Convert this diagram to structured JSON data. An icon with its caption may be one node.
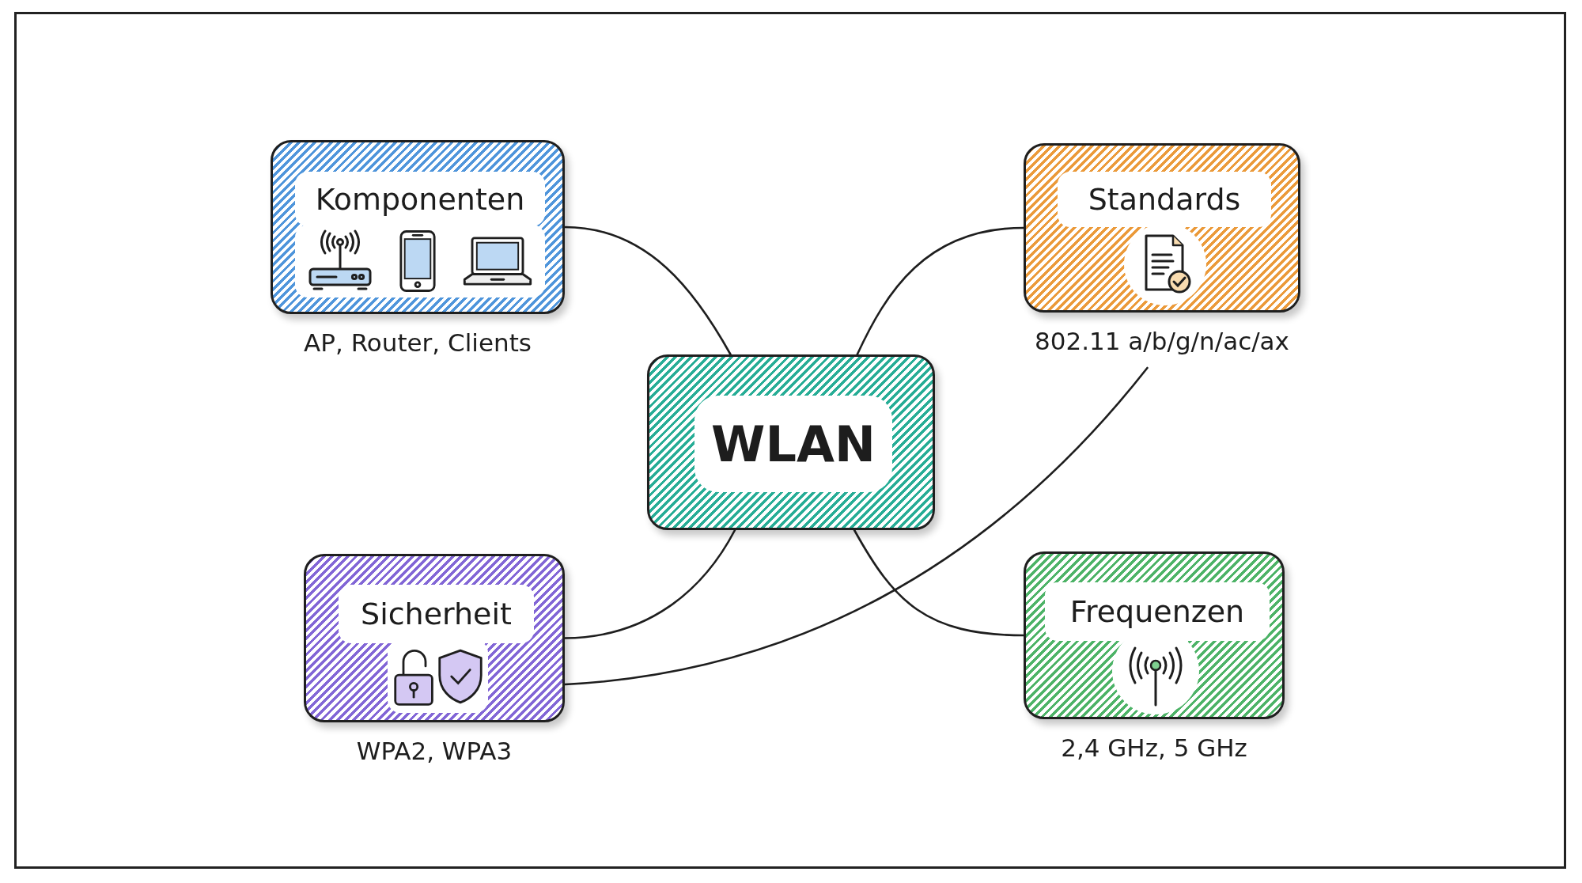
{
  "diagram": {
    "nodes": [
      {
        "text": [
          "Komponenten"
        ],
        "beside": [
          "AP, Router, Clients"
        ]
      },
      {
        "text": [
          "Standards"
        ],
        "beside": [
          "802.11 a/b/g/n/ac/ax"
        ]
      },
      {
        "text": [
          "WLAN"
        ]
      },
      {
        "text": [
          "Sicherheit"
        ],
        "beside": [
          "WPA2, WPA3"
        ]
      },
      {
        "text": [
          "Frequenzen"
        ],
        "beside": [
          "2,4 GHz, 5 GHz"
        ]
      }
    ],
    "edges": [
      {
        "from": 2,
        "to": 0,
        "arrow": "none"
      },
      {
        "from": 2,
        "to": 1,
        "arrow": "none"
      },
      {
        "from": 2,
        "to": 3,
        "arrow": "none"
      },
      {
        "from": 2,
        "to": 4,
        "arrow": "none"
      },
      {
        "from": 3,
        "to": 1,
        "arrow": "none"
      }
    ]
  }
}
